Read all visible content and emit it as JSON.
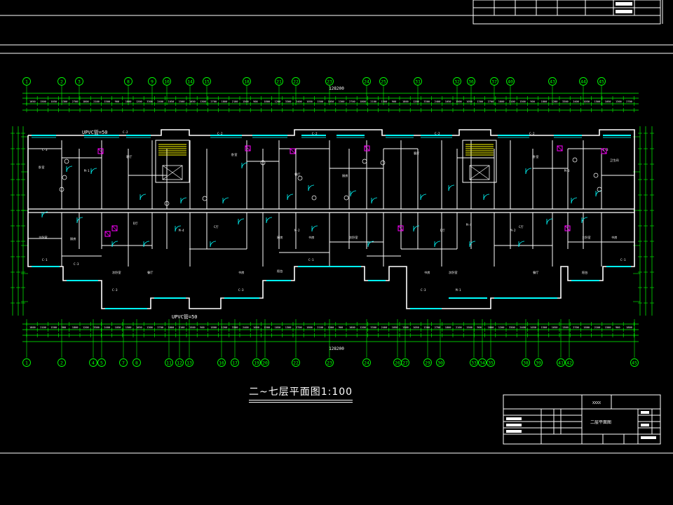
{
  "drawing": {
    "plan_title": "二~七层平面图1:100",
    "total_dimension_top": "128200",
    "total_dimension_bottom": "128200",
    "upvc_label_top": "UPVC管=50",
    "upvc_label_bottom": "UPVC管=50"
  },
  "colors": {
    "background": "#000000",
    "axis_line": "#00ff00",
    "walls": "#ffffff",
    "windows": "#00ffff",
    "fixtures": "#ff00ff",
    "text": "#ffffff",
    "stairs": "#ffff00"
  },
  "axes": {
    "top": [
      "1",
      "2",
      "3",
      "8",
      "9",
      "10",
      "14",
      "15",
      "18",
      "21",
      "22",
      "23",
      "24",
      "25",
      "31",
      "32",
      "36",
      "37",
      "40",
      "43",
      "44",
      "45"
    ],
    "bottom": [
      "1",
      "2",
      "4",
      "5",
      "7",
      "8",
      "11",
      "12",
      "13",
      "16",
      "17",
      "19",
      "20",
      "22",
      "23",
      "24",
      "26",
      "27",
      "29",
      "30",
      "33",
      "34",
      "35",
      "38",
      "39",
      "41",
      "42",
      "45"
    ]
  },
  "room_labels": [
    "卧室",
    "客厅",
    "厨房",
    "卫生间",
    "餐厅",
    "书房",
    "主卧室",
    "次卧室",
    "阳台",
    "C-1",
    "C-2",
    "C-3",
    "M-1",
    "M-2",
    "M-3",
    "M-4",
    "M-5",
    "C厅",
    "D厅"
  ],
  "title_block_bottom": {
    "drawing_name": "二层平面图",
    "project": "XXXX"
  }
}
